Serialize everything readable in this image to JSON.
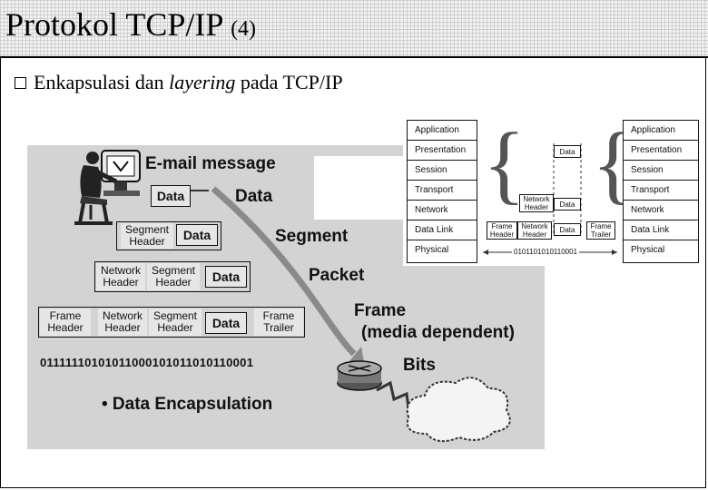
{
  "slide": {
    "title_main": "Protokol TCP/IP",
    "title_num": "(4)",
    "bullet_pre": "Enkapsulasi dan",
    "bullet_italic": "layering",
    "bullet_post": "pada TCP/IP"
  },
  "encapsulation": {
    "email_message": "E-mail message",
    "labels": {
      "data": "Data",
      "segment": "Segment",
      "packet": "Packet",
      "frame": "Frame",
      "media": "(media dependent)",
      "bits": "Bits"
    },
    "boxes": {
      "data": "Data",
      "segment_header": "Segment\nHeader",
      "network_header": "Network\nHeader",
      "frame_header": "Frame\nHeader",
      "frame_trailer": "Frame\nTrailer"
    },
    "bitstring": "01111110101011000101011010110001",
    "caption": "• Data Encapsulation"
  },
  "osi": {
    "layers": [
      "Application",
      "Presentation",
      "Session",
      "Transport",
      "Network",
      "Data Link",
      "Physical"
    ],
    "data": "Data",
    "network_header": "Network\nHeader",
    "frame_header": "Frame\nHeader",
    "frame_trailer": "Frame\nTrailer",
    "bits": "0101101010110001"
  },
  "colors": {
    "title_bar_bg": "#f2f2f2",
    "diagram_bg": "#d3d3d3",
    "arrow": "#8a8a8a"
  },
  "icons": [
    "user-at-computer-icon",
    "router-icon",
    "cloud-icon"
  ]
}
